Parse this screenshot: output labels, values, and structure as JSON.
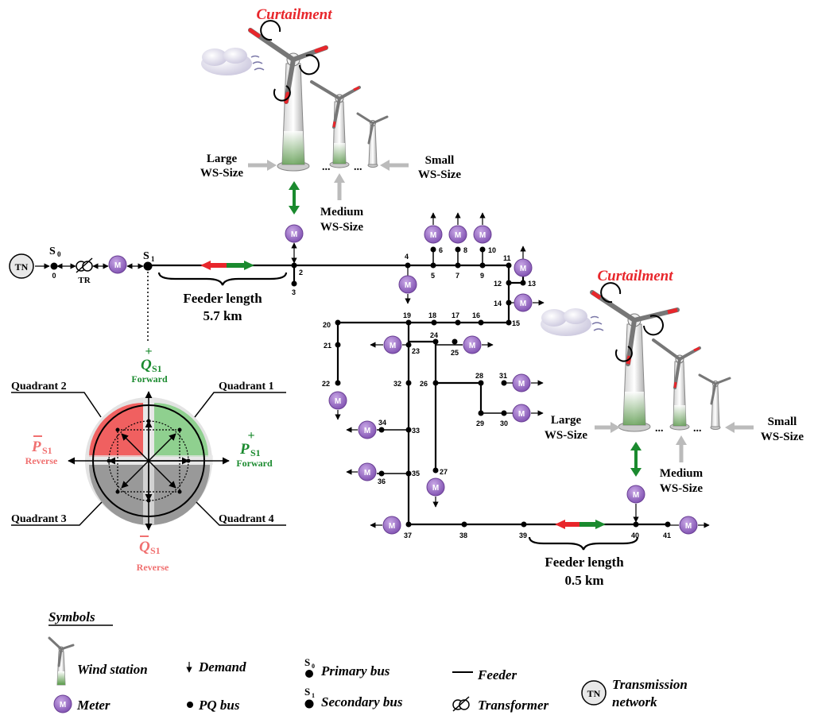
{
  "top_wind": {
    "curtailment": "Curtailment",
    "large": [
      "Large",
      "WS-Size"
    ],
    "medium": [
      "Medium",
      "WS-Size"
    ],
    "small": [
      "Small",
      "WS-Size"
    ]
  },
  "right_wind": {
    "curtailment": "Curtailment",
    "large": [
      "Large",
      "WS-Size"
    ],
    "medium": [
      "Medium",
      "WS-Size"
    ],
    "small": [
      "Small",
      "WS-Size"
    ]
  },
  "feeder_1": {
    "label": "Feeder length",
    "value": "5.7 km"
  },
  "feeder_2": {
    "label": "Feeder length",
    "value": "0.5 km"
  },
  "tn_label": "TN",
  "tr_label": "TR",
  "s0_label": "S",
  "s0_sub": "0",
  "s1_label": "S",
  "s1_sub": "1",
  "meter_label": "M",
  "quadrants": {
    "q1": "Quadrant 1",
    "q2": "Quadrant 2",
    "q3": "Quadrant 3",
    "q4": "Quadrant 4"
  },
  "power": {
    "q_forward_sign": "+",
    "q_forward_sym": "Q",
    "q_forward_sub": "S1",
    "q_forward_word": "Forward",
    "p_forward_sign": "+",
    "p_forward_sym": "P",
    "p_forward_sub": "S1",
    "p_forward_word": "Forward",
    "p_reverse_sym": "P",
    "p_reverse_sub": "S1",
    "p_reverse_word": "Reverse",
    "q_reverse_sym": "Q",
    "q_reverse_sub": "S1",
    "q_reverse_word": "Reverse"
  },
  "buses": [
    "0",
    "2",
    "3",
    "4",
    "5",
    "6",
    "7",
    "8",
    "9",
    "10",
    "11",
    "12",
    "13",
    "14",
    "15",
    "16",
    "17",
    "18",
    "19",
    "20",
    "21",
    "22",
    "23",
    "24",
    "25",
    "26",
    "27",
    "28",
    "29",
    "30",
    "31",
    "32",
    "33",
    "34",
    "35",
    "36",
    "37",
    "38",
    "39",
    "40",
    "41"
  ],
  "legend": {
    "title": "Symbols",
    "wind_station": "Wind station",
    "demand": "Demand",
    "primary_bus": "Primary bus",
    "feeder": "Feeder",
    "transmission": [
      "Transmission",
      "network"
    ],
    "meter": "Meter",
    "pq_bus": "PQ bus",
    "secondary_bus": "Secondary bus",
    "transformer": "Transformer",
    "s0": "S",
    "s0_sub": "0",
    "s1": "S",
    "s1_sub": "1",
    "tn": "TN",
    "m": "M"
  },
  "colors": {
    "curtailment": "#e8262b",
    "forward": "#1a8a2e",
    "reverse": "#f07070",
    "meter": "#9b6fc2",
    "q1": "#8fd08f",
    "q2": "#f06060",
    "q34": "#9a9a9a"
  }
}
